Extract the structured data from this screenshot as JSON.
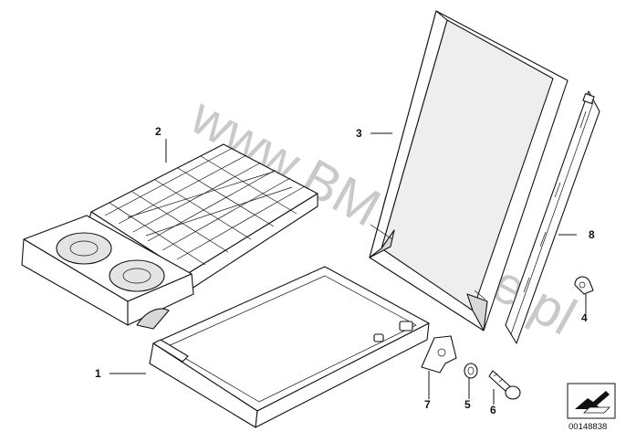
{
  "diagram": {
    "callouts": [
      {
        "id": "1",
        "label": "1"
      },
      {
        "id": "2",
        "label": "2"
      },
      {
        "id": "3",
        "label": "3"
      },
      {
        "id": "4",
        "label": "4"
      },
      {
        "id": "5",
        "label": "5"
      },
      {
        "id": "6",
        "label": "6"
      },
      {
        "id": "7",
        "label": "7"
      },
      {
        "id": "8",
        "label": "8"
      }
    ],
    "watermark": "www.BMWstore.pl",
    "reference_number": "00148838",
    "colors": {
      "line": "#111111",
      "fill": "#ffffff",
      "watermark": "#c9c9c9",
      "shading": "#d8d8d8"
    },
    "icons": {
      "legend_symbol": "arrow-box-icon"
    }
  }
}
